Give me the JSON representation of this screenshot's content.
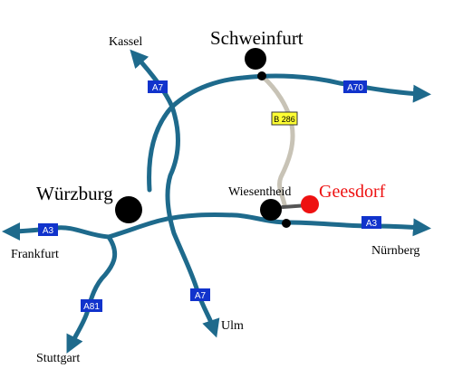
{
  "cities": {
    "schweinfurt": "Schweinfurt",
    "wuerzburg": "Würzburg",
    "wiesentheid": "Wiesentheid",
    "geesdorf": "Geesdorf"
  },
  "destinations": {
    "kassel": "Kassel",
    "frankfurt": "Frankfurt",
    "nuernberg": "Nürnberg",
    "ulm": "Ulm",
    "stuttgart": "Stuttgart"
  },
  "road_shields": {
    "a7_north": "A7",
    "a70": "A70",
    "b286": "B 286",
    "a3_west": "A3",
    "a3_east": "A3",
    "a81": "A81",
    "a7_south": "A7"
  },
  "colors": {
    "autobahn": "#1e6a8c",
    "bundesstrasse": "#c8c3b6",
    "city_marker": "#000000",
    "highlight_marker": "#ee1111",
    "highlight_label": "#ee1111",
    "autobahn_shield": "#1133cc",
    "bundesstrasse_shield": "#ffff33"
  }
}
